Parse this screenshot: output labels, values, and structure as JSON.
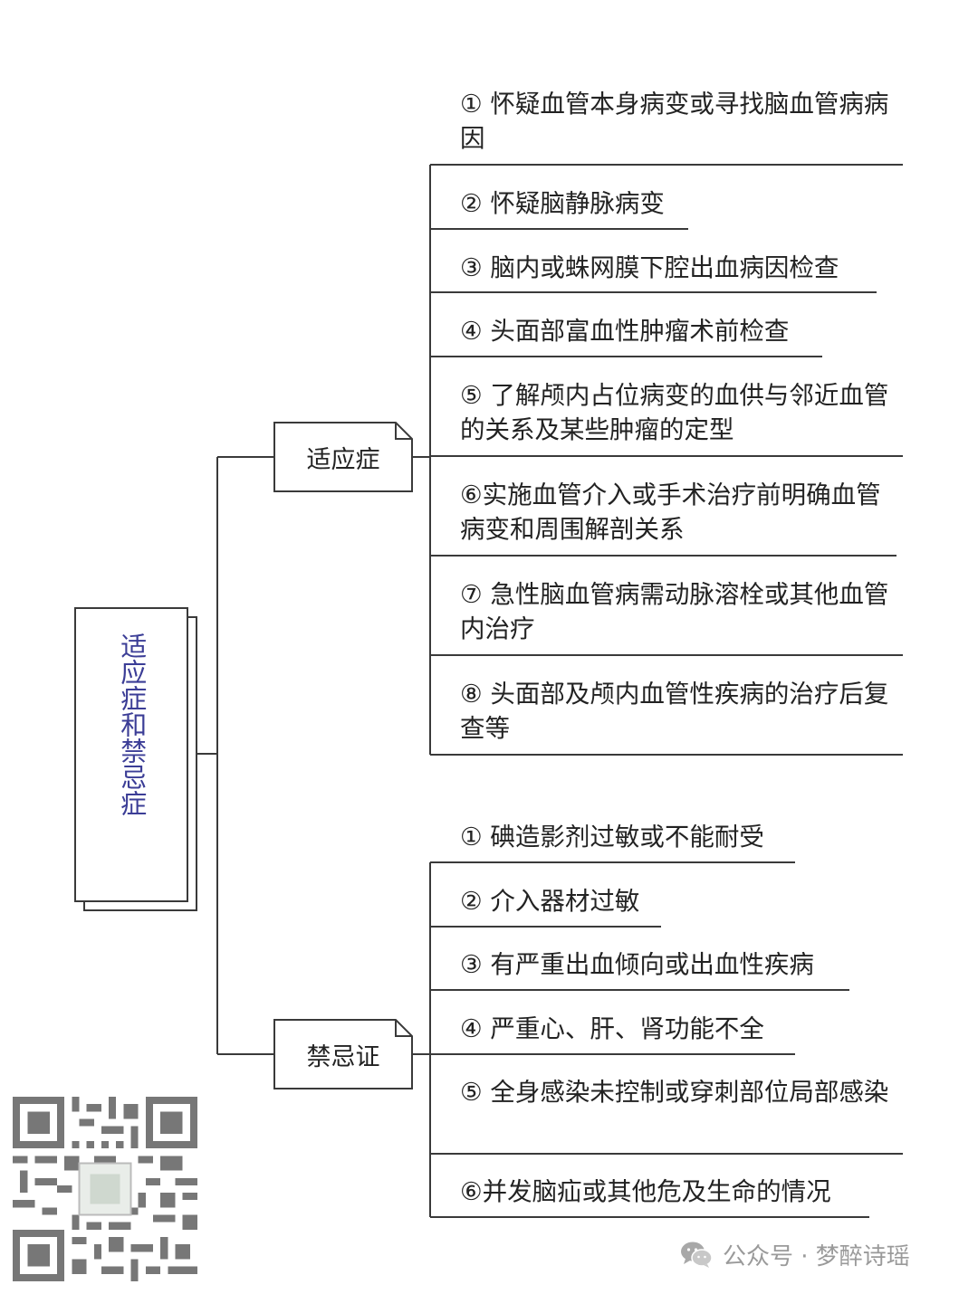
{
  "root": {
    "label": "适应症和禁忌症"
  },
  "branches": [
    {
      "label": "适应症",
      "items": [
        "① 怀疑血管本身病变或寻找脑血管病病因",
        "② 怀疑脑静脉病变",
        "③ 脑内或蛛网膜下腔出血病因检查",
        "④ 头面部富血性肿瘤术前检查",
        "⑤ 了解颅内占位病变的血供与邻近血管的关系及某些肿瘤的定型",
        "⑥实施血管介入或手术治疗前明确血管病变和周围解剖关系",
        "⑦ 急性脑血管病需动脉溶栓或其他血管内治疗",
        "⑧ 头面部及颅内血管性疾病的治疗后复查等"
      ]
    },
    {
      "label": "禁忌证",
      "items": [
        "① 碘造影剂过敏或不能耐受",
        "② 介入器材过敏",
        "③ 有严重出血倾向或出血性疾病",
        "④ 严重心、肝、肾功能不全",
        "⑤ 全身感染未控制或穿刺部位局部感染",
        "⑥并发脑疝或其他危及生命的情况"
      ]
    }
  ],
  "footer": {
    "text": "公众号 · 梦醉诗瑶"
  },
  "colors": {
    "root_text": "#3b3d96",
    "line": "#3a3a3a",
    "footer_text": "#9a9a9a"
  }
}
